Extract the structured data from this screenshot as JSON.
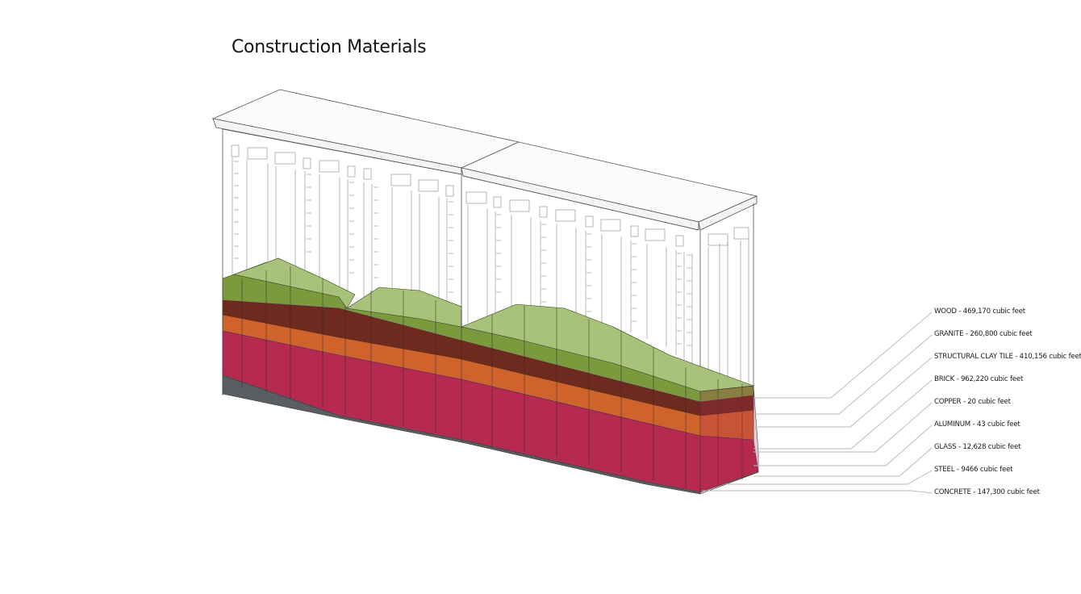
{
  "title": "Construction Materials",
  "materials": [
    {
      "name": "WOOD",
      "volume": "469,170",
      "unit": "cubic feet",
      "label": "WOOD - 469,170 cubic feet"
    },
    {
      "name": "GRANITE",
      "volume": "260,800",
      "unit": "cubic feet",
      "label": "GRANITE - 260,800 cubic feet"
    },
    {
      "name": "STRUCTURAL CLAY TILE",
      "volume": "410,156",
      "unit": "cubic feet",
      "label": "STRUCTURAL CLAY TILE - 410,156 cubic feet"
    },
    {
      "name": "BRICK",
      "volume": "962,220",
      "unit": "cubic feet",
      "label": "BRICK - 962,220 cubic feet"
    },
    {
      "name": "COPPER",
      "volume": "20",
      "unit": "cubic feet",
      "label": "COPPER - 20 cubic feet"
    },
    {
      "name": "ALUMINUM",
      "volume": "43",
      "unit": "cubic feet",
      "label": "ALUMINUM - 43 cubic feet"
    },
    {
      "name": "GLASS",
      "volume": "12,628",
      "unit": "cubic feet",
      "label": "GLASS - 12,628 cubic feet"
    },
    {
      "name": "STEEL",
      "volume": "9466",
      "unit": "cubic feet",
      "label": "STEEL - 9466 cubic feet"
    },
    {
      "name": "CONCRETE",
      "volume": "147,300",
      "unit": "cubic feet",
      "label": "CONCRETE - 147,300 cubic feet"
    }
  ],
  "layer_colors": {
    "wood_top": "#a9c27a",
    "wood_face": "#7a9a3c",
    "granite": "#6e2a1e",
    "structural_clay_tile": "#d0622c",
    "brick": "#b52a4e",
    "concrete": "#5a5d62",
    "outline": "#3a3a3a",
    "leader_line": "#b8b8b8"
  }
}
